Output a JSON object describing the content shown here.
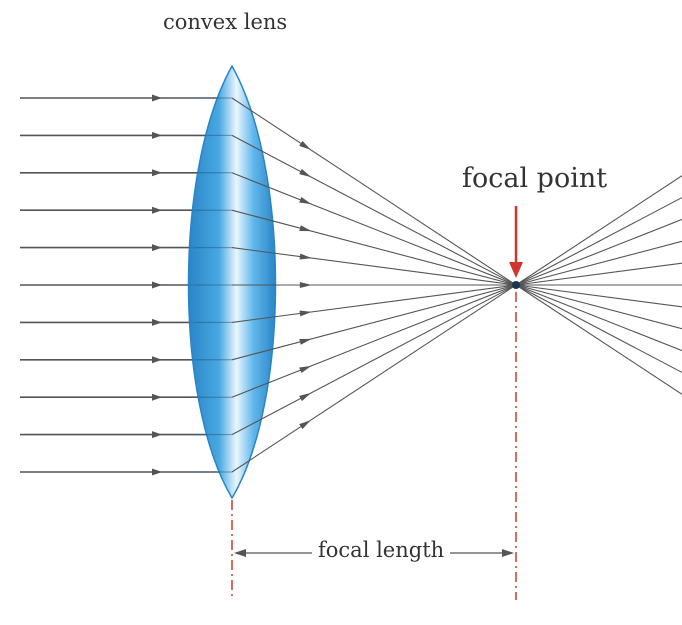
{
  "labels": {
    "lens": "convex lens",
    "focal_point": "focal point",
    "focal_length": "focal length"
  },
  "diagram": {
    "ray_count": 11,
    "colors": {
      "ray": "#555555",
      "lens_edge": "#1f7fc4",
      "lens_center": "#ffffff",
      "lens_body": "#3fa4e0",
      "focal_marker": "#d2352d",
      "axis": "#cc3b2b",
      "focus_dot": "#1a3550"
    }
  }
}
